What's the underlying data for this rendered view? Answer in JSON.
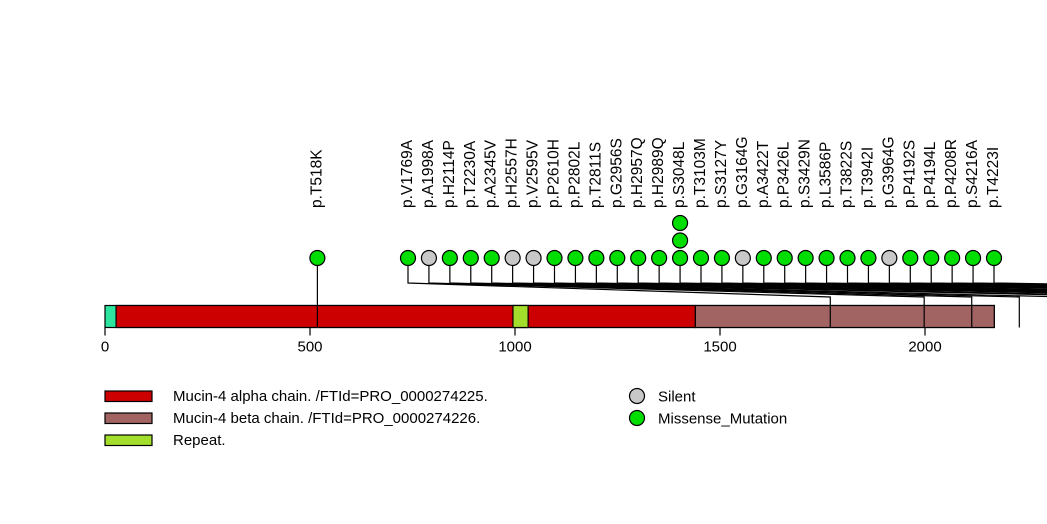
{
  "chart_data": {
    "type": "lollipop",
    "xaxis": {
      "ticks": [
        0,
        500,
        1000,
        1500,
        2000
      ],
      "range_aa": [
        0,
        2295
      ]
    },
    "protein": {
      "length_aa": 2169,
      "backbone_color": "#2EE5A0",
      "domains": [
        {
          "id": "alpha-chain",
          "label": "Mucin-4 alpha chain. /FTId=PRO_0000274225.",
          "start": 27,
          "end": 1440,
          "color": "#CC0000"
        },
        {
          "id": "beta-chain",
          "label": "Mucin-4 beta chain. /FTId=PRO_0000274226.",
          "start": 1440,
          "end": 2169,
          "color": "#A26363"
        },
        {
          "id": "repeat",
          "label": "Repeat.",
          "start": 995,
          "end": 1032,
          "color": "#A3DE2D"
        }
      ]
    },
    "mutation_classes": [
      {
        "name": "Silent",
        "color": "#C8C8C8"
      },
      {
        "name": "Missense_Mutation",
        "color": "#00DD00"
      }
    ],
    "mutations": [
      {
        "label": "p.T518K",
        "pos": 518,
        "class": "Missense_Mutation",
        "count": 1
      },
      {
        "label": "p.V1769A",
        "pos": 1769,
        "class": "Missense_Mutation",
        "count": 1
      },
      {
        "label": "p.A1998A",
        "pos": 1998,
        "class": "Silent",
        "count": 1
      },
      {
        "label": "p.H2114P",
        "pos": 2114,
        "class": "Missense_Mutation",
        "count": 1
      },
      {
        "label": "p.T2230A",
        "pos": 2230,
        "class": "Missense_Mutation",
        "count": 1
      },
      {
        "label": "p.A2345V",
        "pos": 2345,
        "class": "Missense_Mutation",
        "count": 1
      },
      {
        "label": "p.H2557H",
        "pos": 2557,
        "class": "Silent",
        "count": 1
      },
      {
        "label": "p.V2595V",
        "pos": 2595,
        "class": "Silent",
        "count": 1
      },
      {
        "label": "p.P2610H",
        "pos": 2610,
        "class": "Missense_Mutation",
        "count": 1
      },
      {
        "label": "p.P2802L",
        "pos": 2802,
        "class": "Missense_Mutation",
        "count": 1
      },
      {
        "label": "p.T2811S",
        "pos": 2811,
        "class": "Missense_Mutation",
        "count": 1
      },
      {
        "label": "p.G2956S",
        "pos": 2956,
        "class": "Missense_Mutation",
        "count": 1
      },
      {
        "label": "p.H2957Q",
        "pos": 2957,
        "class": "Missense_Mutation",
        "count": 1
      },
      {
        "label": "p.H2989Q",
        "pos": 2989,
        "class": "Missense_Mutation",
        "count": 1
      },
      {
        "label": "p.S3048L",
        "pos": 3048,
        "class": "Missense_Mutation",
        "count": 3
      },
      {
        "label": "p.T3103M",
        "pos": 3103,
        "class": "Missense_Mutation",
        "count": 1
      },
      {
        "label": "p.S3127Y",
        "pos": 3127,
        "class": "Missense_Mutation",
        "count": 1
      },
      {
        "label": "p.G3164G",
        "pos": 3164,
        "class": "Silent",
        "count": 1
      },
      {
        "label": "p.A3422T",
        "pos": 3422,
        "class": "Missense_Mutation",
        "count": 1
      },
      {
        "label": "p.P3426L",
        "pos": 3426,
        "class": "Missense_Mutation",
        "count": 1
      },
      {
        "label": "p.S3429N",
        "pos": 3429,
        "class": "Missense_Mutation",
        "count": 1
      },
      {
        "label": "p.L3586P",
        "pos": 3586,
        "class": "Missense_Mutation",
        "count": 1
      },
      {
        "label": "p.T3822S",
        "pos": 3822,
        "class": "Missense_Mutation",
        "count": 1
      },
      {
        "label": "p.T3942I",
        "pos": 3942,
        "class": "Missense_Mutation",
        "count": 1
      },
      {
        "label": "p.G3964G",
        "pos": 3964,
        "class": "Silent",
        "count": 1
      },
      {
        "label": "p.P4192S",
        "pos": 4192,
        "class": "Missense_Mutation",
        "count": 1
      },
      {
        "label": "p.P4194L",
        "pos": 4194,
        "class": "Missense_Mutation",
        "count": 1
      },
      {
        "label": "p.P4208R",
        "pos": 4208,
        "class": "Missense_Mutation",
        "count": 1
      },
      {
        "label": "p.S4216A",
        "pos": 4216,
        "class": "Missense_Mutation",
        "count": 1
      },
      {
        "label": "p.T4223I",
        "pos": 4223,
        "class": "Missense_Mutation",
        "count": 1
      }
    ]
  }
}
